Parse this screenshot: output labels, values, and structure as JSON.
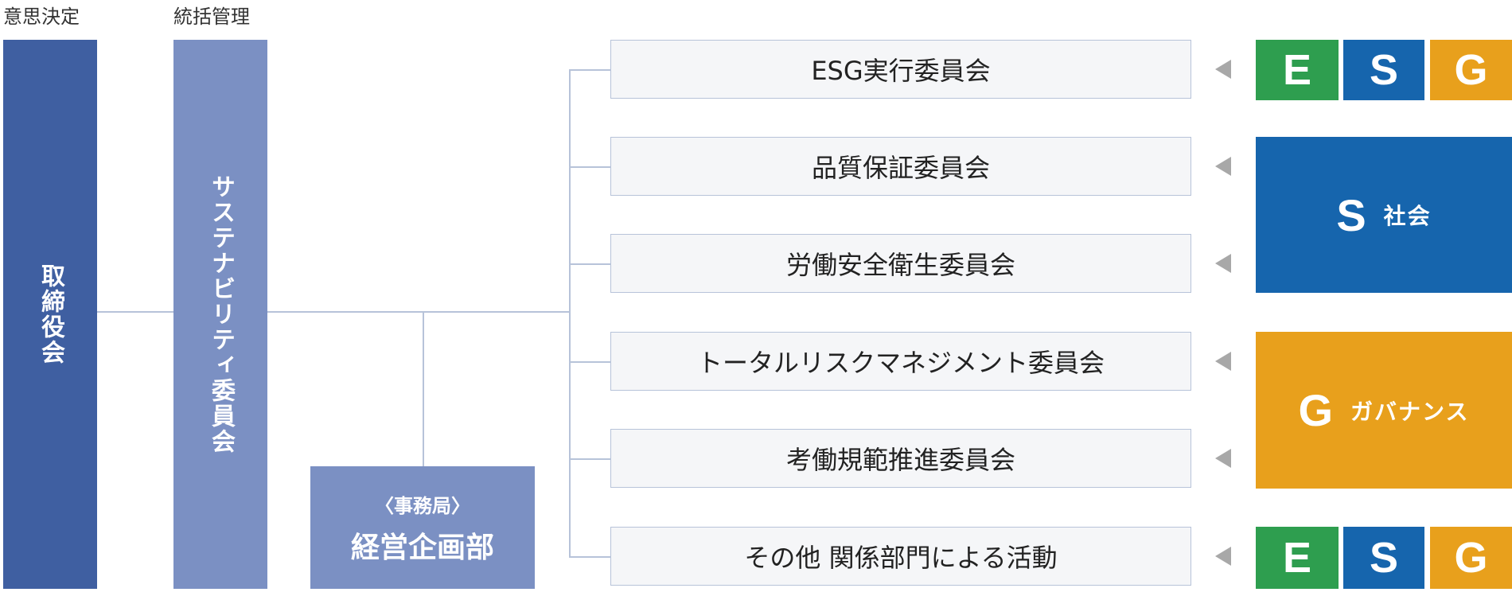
{
  "headers": {
    "decision": "意思決定",
    "management": "統括管理"
  },
  "board": {
    "label": "取締役会"
  },
  "sustainability": {
    "label": "サステナビリティ委員会"
  },
  "secretariat": {
    "sub": "〈事務局〉",
    "name": "経営企画部"
  },
  "committees": [
    {
      "label": "ESG実行委員会"
    },
    {
      "label": "品質保証委員会"
    },
    {
      "label": "労働安全衛生委員会"
    },
    {
      "label": "トータルリスクマネジメント委員会"
    },
    {
      "label": "考働規範推進委員会"
    },
    {
      "label": "その他 関係部門による活動"
    }
  ],
  "badges": {
    "e": "E",
    "s": "S",
    "g": "G",
    "social": {
      "letter": "S",
      "name": "社会"
    },
    "governance": {
      "letter": "G",
      "name": "ガバナンス"
    }
  },
  "colors": {
    "e": "#2e9e4f",
    "s": "#1665ad",
    "g": "#e8a01c",
    "board": "#3f5fa1",
    "mgmt": "#7b90c3"
  }
}
